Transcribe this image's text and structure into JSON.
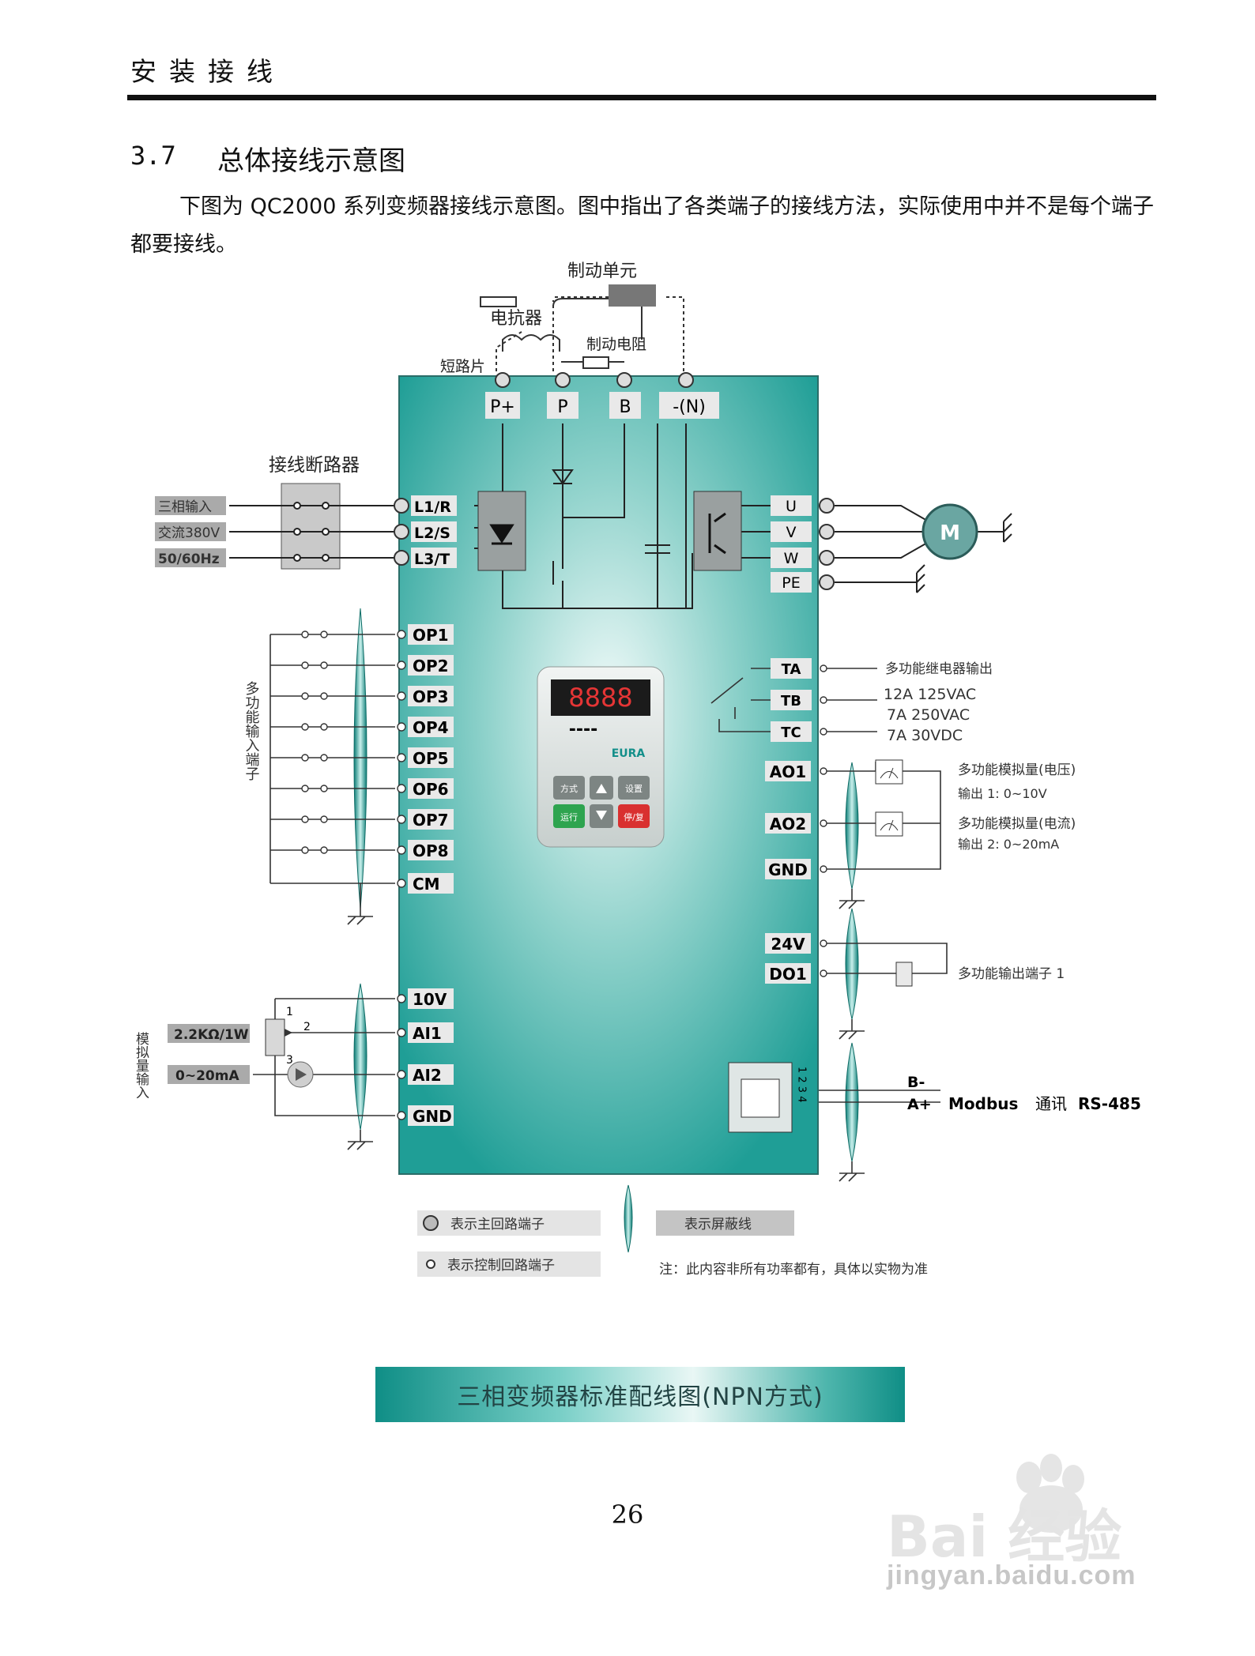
{
  "header": {
    "title": "安装接线"
  },
  "section": {
    "number": "3.7",
    "title": "总体接线示意图"
  },
  "intro": "下图为 QC2000 系列变频器接线示意图。图中指出了各类端子的接线方法，实际使用中并不是每个端子都要接线。",
  "diagram": {
    "brake_unit": "制动单元",
    "reactor": "电抗器",
    "brake_resistor": "制动电阻",
    "shorting_bar": "短路片",
    "note_mark": "注",
    "breaker": "接线断路器",
    "power_terminals": [
      "P+",
      "P",
      "B",
      "-(N)"
    ],
    "input_labels": [
      "三相输入",
      "交流380V",
      "50/60Hz"
    ],
    "input_terminals": [
      "L1/R",
      "L2/S",
      "L3/T"
    ],
    "output_terminals": [
      "U",
      "V",
      "W",
      "PE"
    ],
    "motor": "M",
    "multi_input_label": "多功能输入端子",
    "op_terminals": [
      "OP1",
      "OP2",
      "OP3",
      "OP4",
      "OP5",
      "OP6",
      "OP7",
      "OP8",
      "CM"
    ],
    "relay_terminals": [
      "TA",
      "TB",
      "TC"
    ],
    "relay_label": "多功能继电器输出",
    "relay_ratings": [
      "12A 125VAC",
      "7A 250VAC",
      "7A 30VDC"
    ],
    "analog_out_terminals": [
      "AO1",
      "AO2",
      "GND"
    ],
    "ao1_label": "多功能模拟量(电压)",
    "ao1_range": "输出 1: 0~10V",
    "ao2_label": "多功能模拟量(电流)",
    "ao2_range": "输出 2: 0~20mA",
    "digital_out_terminals": [
      "24V",
      "DO1"
    ],
    "do_label": "多功能输出端子 1",
    "analog_in_terminals": [
      "10V",
      "AI1",
      "AI2",
      "GND"
    ],
    "analog_in_label": "模拟量输入",
    "pot_label": "2.2KΩ/1W",
    "current_in_label": "0~20mA",
    "pot_pins": [
      "1",
      "2",
      "3"
    ],
    "rs485_pins": [
      "B-",
      "A+"
    ],
    "rs485_label": "Modbus",
    "rs485_comm": "通讯",
    "rs485_std": "RS-485",
    "connector_pins": "1 2 3 4",
    "keypad": {
      "display": "8888",
      "dashes": "----",
      "brand": "EURA",
      "keys": [
        "方式",
        "设置",
        "运行",
        "停/复"
      ]
    },
    "legend_main": "表示主回路端子",
    "legend_control": "表示控制回路端子",
    "legend_shield": "表示屏蔽线",
    "note": "注：此内容非所有功率都有，具体以实物为准"
  },
  "caption": "三相变频器标准配线图(NPN方式)",
  "page_number": "26",
  "watermark": {
    "text": "jingyan.baidu.com",
    "logo_text": "Bai  经验"
  }
}
